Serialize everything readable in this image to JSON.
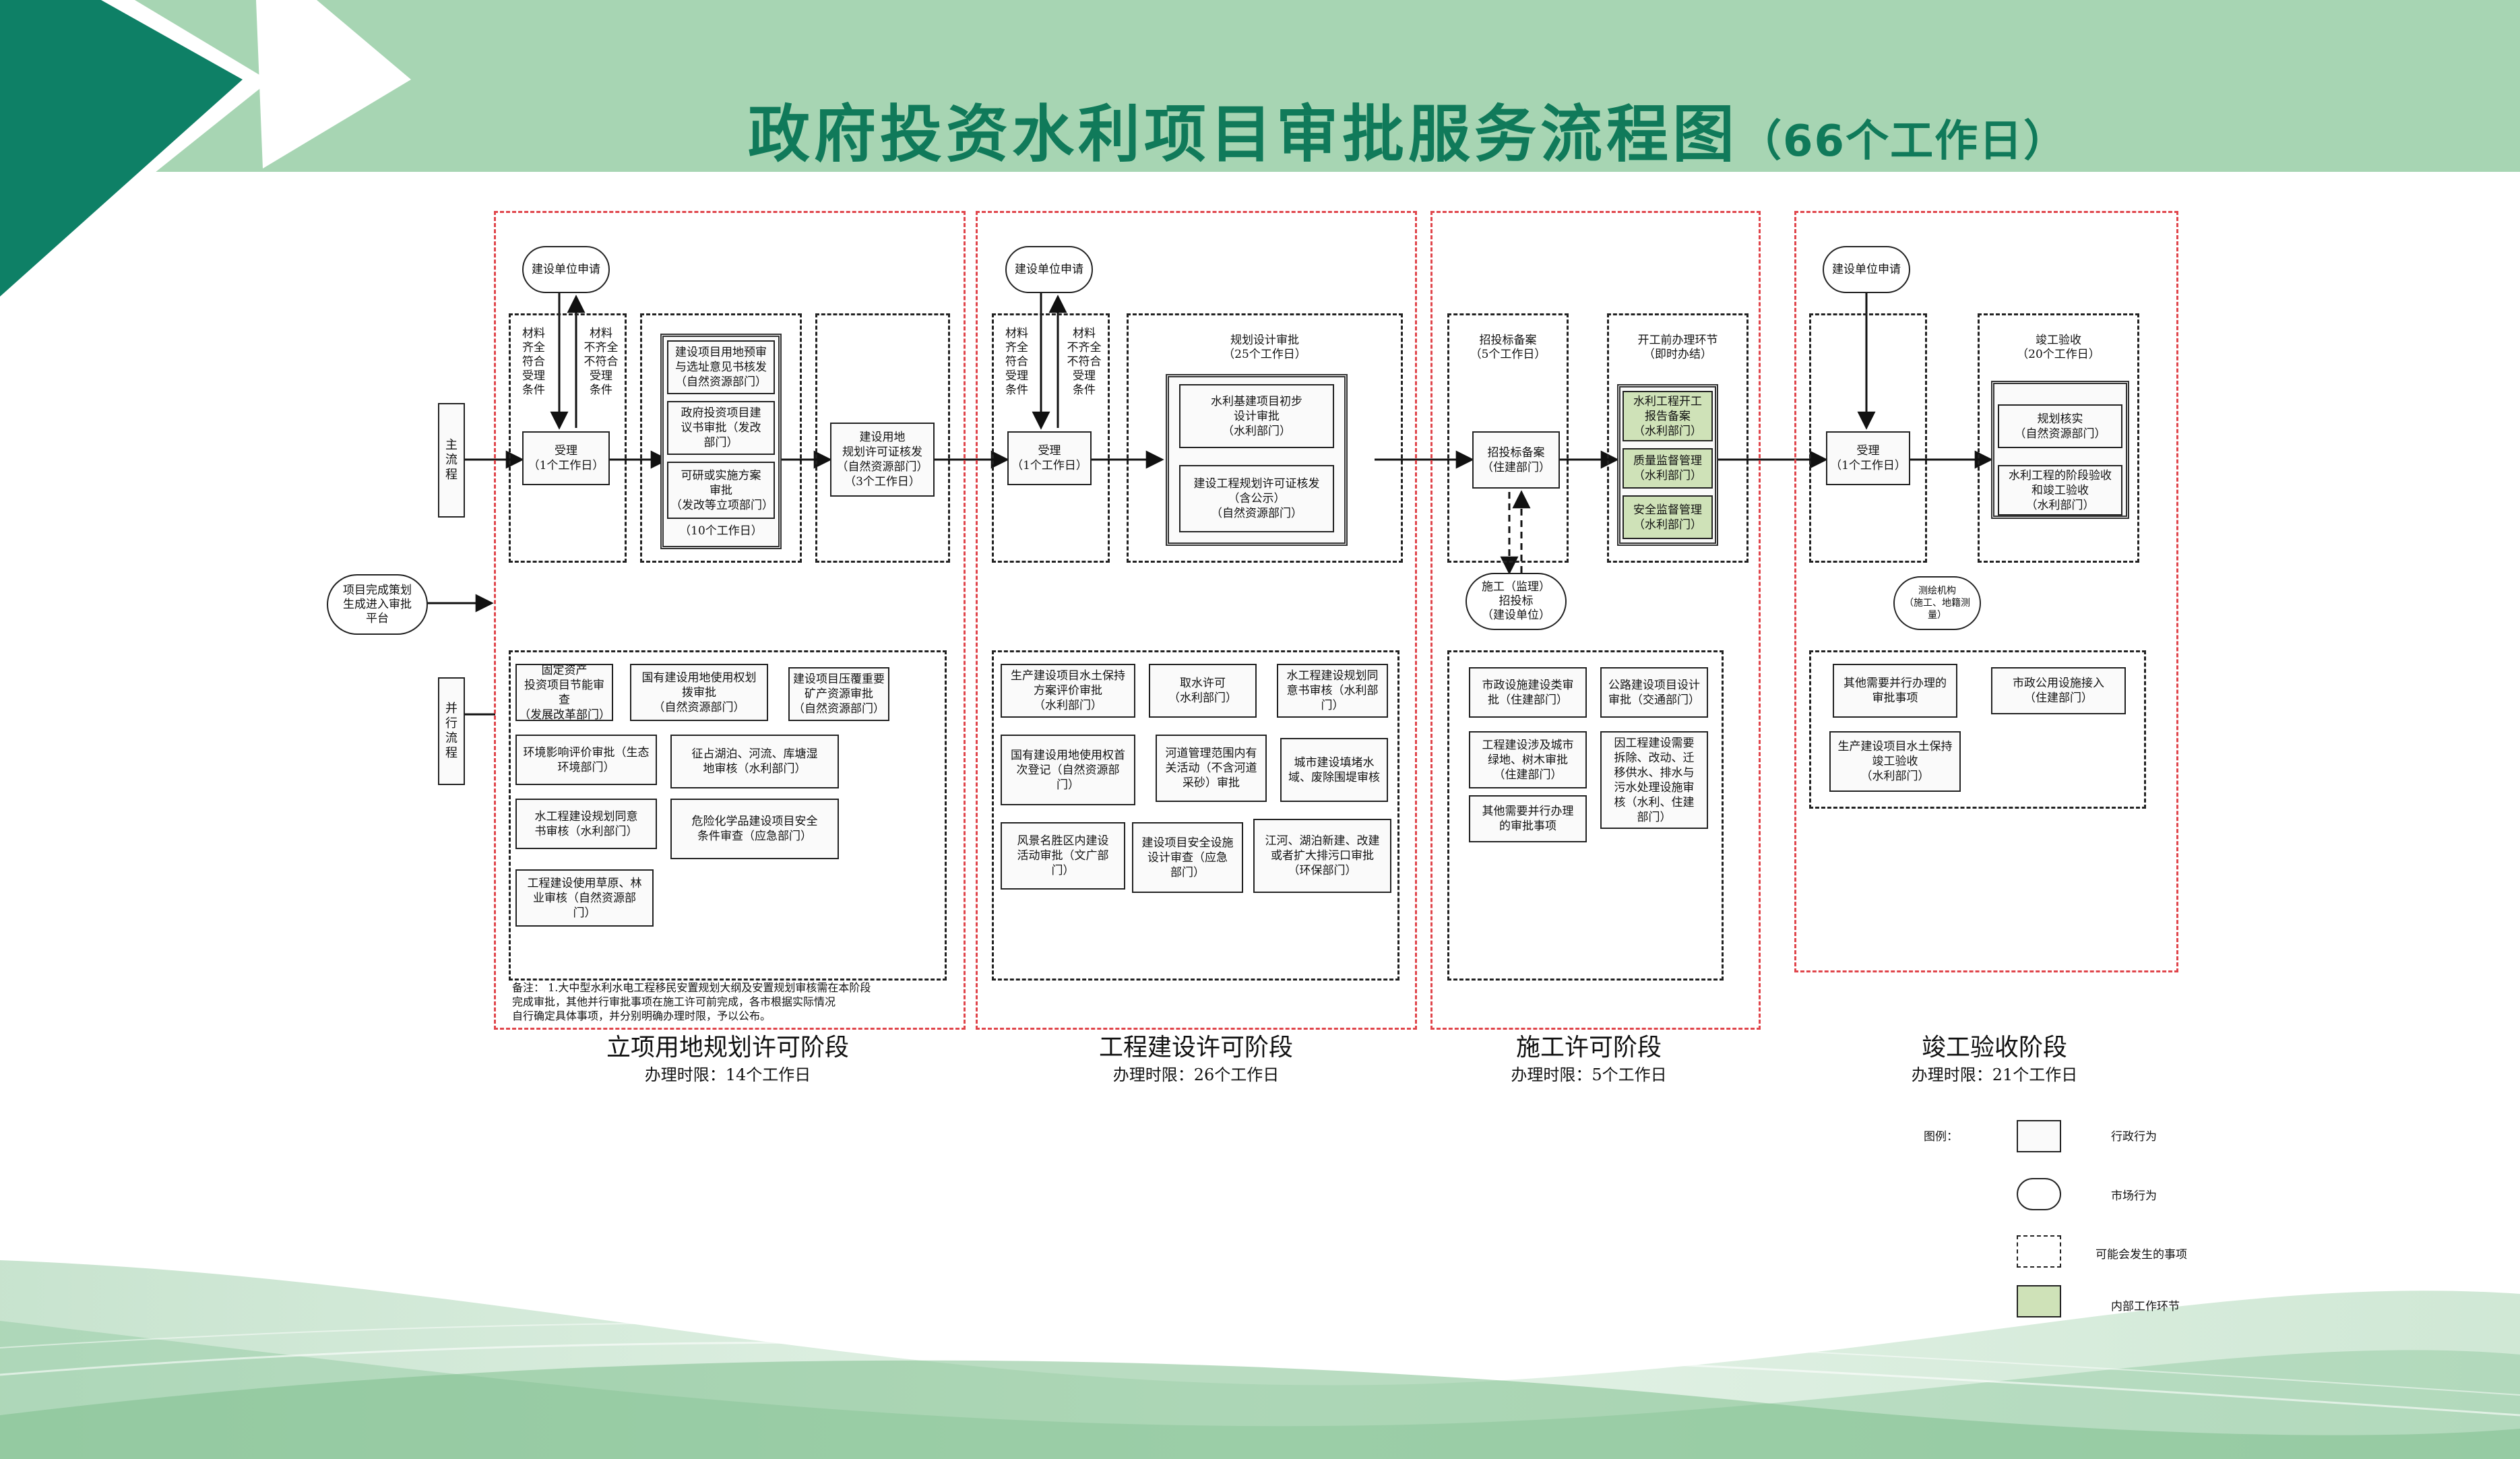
{
  "header": {
    "title": "政府投资水利项目审批服务流程图",
    "subtitle": "（66个工作日）",
    "colors": {
      "band": "#a7d5b3",
      "chevron_dark": "#0e8066",
      "title": "#107a5a",
      "stage_border": "#e0454b",
      "internal": "#cfe2b8"
    }
  },
  "side": {
    "main_flow": "主\n流\n程",
    "parallel_flow": "并\n行\n流\n程",
    "start": "项目完成策划\n生成进入审批\n平台"
  },
  "stage1": {
    "name": "立项用地规划许可阶段",
    "time": "办理时限：14个工作日",
    "applicant": "建设单位申请",
    "cond_ok": "材料\n齐全\n符合\n受理\n条件",
    "cond_bad": "材料\n不齐全\n不符合\n受理\n条件",
    "accept": "受理\n（1个工作日）",
    "items": [
      "建设项目用地预审\n与选址意见书核发\n（自然资源部门）",
      "政府投资项目建\n议书审批（发改\n部门）",
      "可研或实施方案\n审批\n（发改等立项部门）"
    ],
    "items_time": "（10个工作日）",
    "permit": "建设用地\n规划许可证核发\n（自然资源部门）\n（3个工作日）",
    "parallel": [
      "固定资产\n投资项目节能审查\n（发展改革部门）",
      "国有建设用地使用权划\n拨审批\n（自然资源部门）",
      "建设项目压覆重要\n矿产资源审批\n（自然资源部门）",
      "环境影响评价审批（生态\n环境部门）",
      "征占湖泊、河流、库塘湿\n地审核（水利部门）",
      "水工程建设规划同意\n书审核（水利部门）",
      "危险化学品建设项目安全\n条件审查（应急部门）",
      "工程建设使用草原、林\n业审核（自然资源部\n门）"
    ],
    "note": "备注：  1.大中型水利水电工程移民安置规划大纲及安置规划审核需在本阶段\n            完成审批，其他并行审批事项在施工许可前完成，各市根据实际情况\n            自行确定具体事项，并分别明确办理时限，予以公布。"
  },
  "stage2": {
    "name": "工程建设许可阶段",
    "time": "办理时限：26个工作日",
    "applicant": "建设单位申请",
    "cond_ok": "材料\n齐全\n符合\n受理\n条件",
    "cond_bad": "材料\n不齐全\n不符合\n受理\n条件",
    "accept": "受理\n（1个工作日）",
    "design_title": "规划设计审批\n（25个工作日）",
    "items": [
      "水利基建项目初步\n设计审批\n（水利部门）",
      "建设工程规划许可证核发\n（含公示）\n（自然资源部门）"
    ],
    "parallel": [
      "生产建设项目水土保持\n方案评价审批\n（水利部门）",
      "取水许可\n（水利部门）",
      "水工程建设规划同\n意书审核（水利部\n门）",
      "国有建设用地使用权首\n次登记（自然资源部\n门）",
      "河道管理范围内有\n关活动（不含河道\n采砂）审批",
      "城市建设填堵水\n域、废除围堤审核",
      "风景名胜区内建设\n活动审批（文广部\n门）",
      "建设项目安全设施\n设计审查（应急\n部门）",
      "江河、湖泊新建、改建\n或者扩大排污口审批\n（环保部门）"
    ]
  },
  "stage3": {
    "name": "施工许可阶段",
    "time": "办理时限：5个工作日",
    "bid_title": "招投标备案\n（5个工作日）",
    "bid": "招投标备案\n（住建部门）",
    "pre_title": "开工前办理环节\n（即时办结）",
    "internal": [
      "水利工程开工\n报告备案\n（水利部门）",
      "质量监督管理\n（水利部门）",
      "安全监督管理\n（水利部门）"
    ],
    "contractor": "施工（监理）\n招投标\n（建设单位）",
    "parallel": [
      "市政设施建设类审\n批（住建部门）",
      "公路建设项目设计\n审批（交通部门）",
      "工程建设涉及城市\n绿地、树木审批\n（住建部门）",
      "因工程建设需要\n拆除、改动、迁\n移供水、排水与\n污水处理设施审\n核（水利、住建\n部门）",
      "其他需要并行办理\n的审批事项"
    ]
  },
  "stage4": {
    "name": "竣工验收阶段",
    "time": "办理时限：21个工作日",
    "applicant": "建设单位申请",
    "accept": "受理\n（1个工作日）",
    "acceptance_title": "竣工验收\n（20个工作日）",
    "items": [
      "规划核实\n（自然资源部门）",
      "水利工程的阶段验收\n和竣工验收\n（水利部门）"
    ],
    "survey": "测绘机构\n（施工、地籍测\n量）",
    "parallel": [
      "其他需要并行办理的\n审批事项",
      "市政公用设施接入\n（住建部门）",
      "生产建设项目水土保持\n竣工验收\n（水利部门）"
    ]
  },
  "legend": {
    "title": "图例：",
    "admin": "行政行为",
    "market": "市场行为",
    "possible": "可能会发生的事项",
    "internal": "内部工作环节"
  }
}
